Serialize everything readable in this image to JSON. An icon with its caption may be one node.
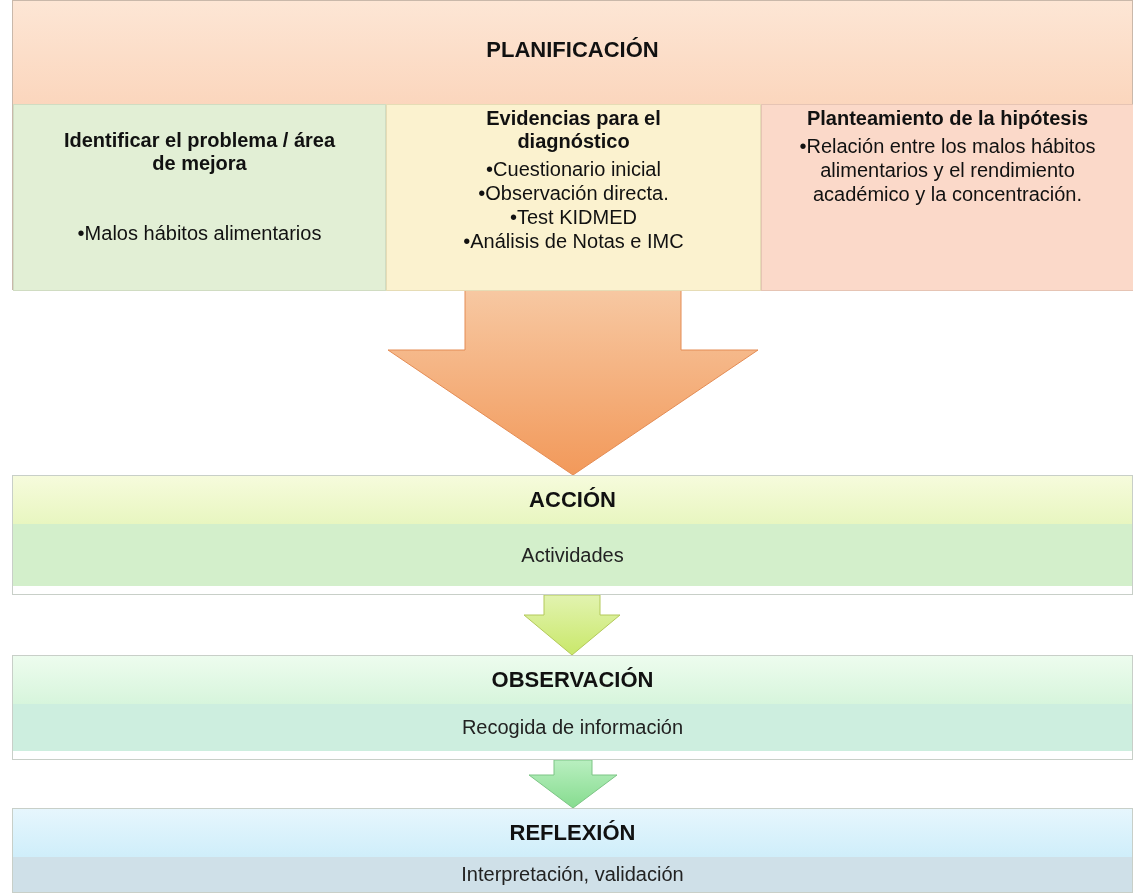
{
  "diagram": {
    "nodes": [
      {
        "text": [
          "PLANIFICACIÓN"
        ]
      },
      {
        "text": [
          "Identificar el problema / área de mejora",
          "•Malos hábitos alimentarios"
        ],
        "in": 0
      },
      {
        "text": [
          "Evidencias para el diagnóstico",
          "•Cuestionario inicial",
          "•Observación directa.",
          "•Test KIDMED",
          "•Análisis de Notas e IMC"
        ],
        "in": 0
      },
      {
        "text": [
          "Planteamiento de la hipótesis",
          "•Relación entre los malos hábitos alimentarios y el rendimiento académico y la concentración."
        ],
        "in": 0
      },
      {
        "text": [
          "ACCIÓN",
          "Actividades"
        ]
      },
      {
        "text": [
          "OBSERVACIÓN",
          "Recogida de información"
        ]
      },
      {
        "text": [
          "REFLEXIÓN",
          "Interpretación, validación"
        ]
      }
    ],
    "edges": [
      {
        "from": 0,
        "to": 4,
        "arrow": "to"
      },
      {
        "from": 4,
        "to": 5,
        "arrow": "to"
      },
      {
        "from": 5,
        "to": 6,
        "arrow": "to"
      }
    ]
  }
}
